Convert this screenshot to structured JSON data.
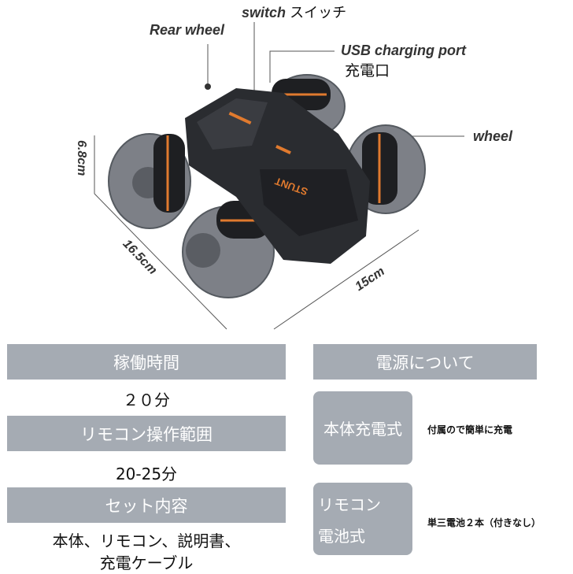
{
  "product_labels": {
    "switch": "switch",
    "switch_jp": "スイッチ",
    "rear_wheel": "Rear wheel",
    "usb_port": "USB charging port",
    "usb_port_jp": "充電口",
    "wheel": "wheel"
  },
  "dimensions": {
    "height": "6.8cm",
    "length": "16.5cm",
    "width": "15cm"
  },
  "car_logo": "STUNT",
  "specs_left": [
    {
      "header": "稼働時間",
      "value": "２０分"
    },
    {
      "header": "リモコン操作範囲",
      "value": "20-25分"
    },
    {
      "header": "セット内容",
      "value_lines": [
        "本体、リモコン、説明書、",
        "充電ケーブル"
      ]
    }
  ],
  "power": {
    "header": "電源について",
    "items": [
      {
        "label": "本体充電式",
        "desc": "付属ので簡単に充電"
      },
      {
        "label_lines": [
          "リモコン",
          "電池式"
        ],
        "desc": "単三電池２本（付きなし）"
      }
    ]
  },
  "colors": {
    "box": "#a5abb3",
    "accent": "#e07a2e",
    "body": "#2a2c30"
  }
}
